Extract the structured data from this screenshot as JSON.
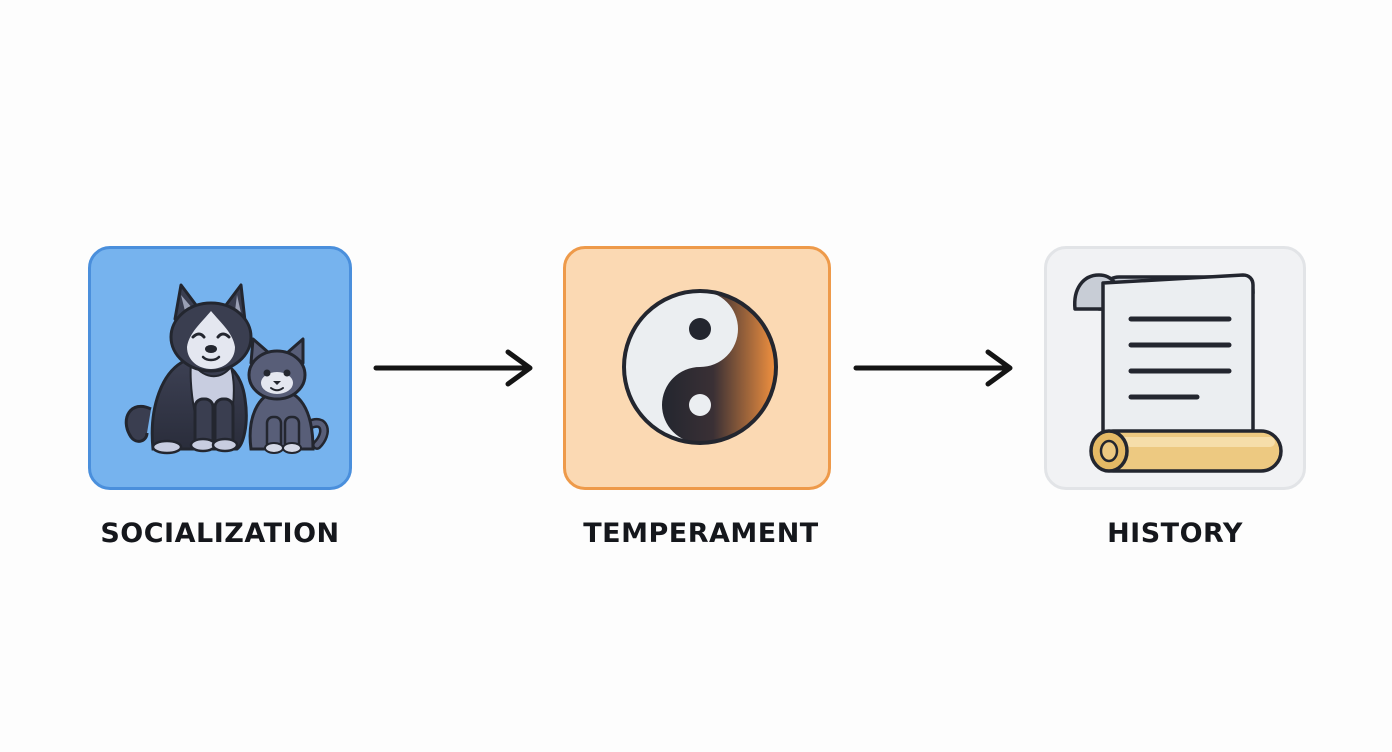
{
  "steps": [
    {
      "label": "SOCIALIZATION",
      "icon": "dog-and-cat-icon",
      "fill": "#76b3ee",
      "border": "#4a8fdc"
    },
    {
      "label": "TEMPERAMENT",
      "icon": "yin-yang-icon",
      "fill": "#fbd9b3",
      "border": "#ee9a4a"
    },
    {
      "label": "HISTORY",
      "icon": "scroll-document-icon",
      "fill": "#f1f2f4",
      "border": "#e2e4e7"
    }
  ],
  "connectors": [
    {
      "from": "SOCIALIZATION",
      "to": "TEMPERAMENT"
    },
    {
      "from": "TEMPERAMENT",
      "to": "HISTORY"
    }
  ],
  "colors": {
    "arrow": "#141414",
    "outline": "#23262f",
    "accent_orange": "#f2913f",
    "paper": "#ebeef1",
    "scroll_gold": "#edc981"
  }
}
